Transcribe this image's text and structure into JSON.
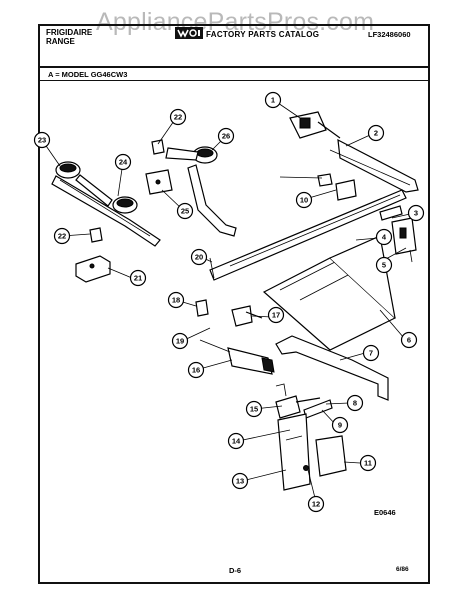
{
  "watermark": "AppliancePartsPros.com",
  "header": {
    "brand_line1": "FRIGIDAIRE",
    "brand_line2": "RANGE",
    "catalog_title": "FACTORY PARTS CATALOG",
    "part_number": "LF32486060"
  },
  "model_line": "A = MODEL GG46CW3",
  "figure_code": "E0646",
  "page_number": "D-6",
  "page_date": "6/86",
  "callouts": [
    "1",
    "2",
    "3",
    "4",
    "5",
    "6",
    "7",
    "8",
    "9",
    "10",
    "11",
    "12",
    "13",
    "14",
    "15",
    "16",
    "17",
    "18",
    "19",
    "20",
    "21",
    "22",
    "22",
    "23",
    "24",
    "25",
    "26"
  ]
}
